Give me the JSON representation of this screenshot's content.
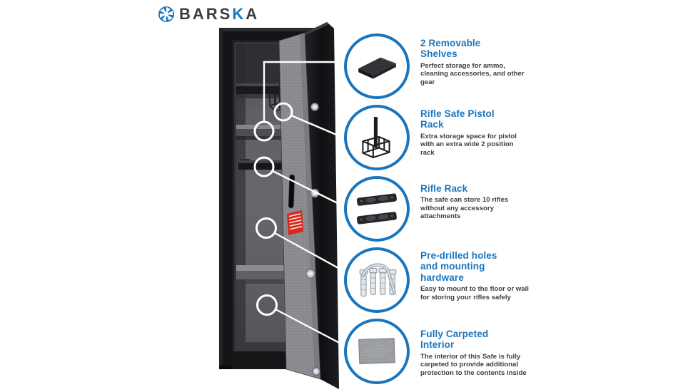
{
  "brand": {
    "prefix": "BARS",
    "accent": "K",
    "suffix": "A",
    "full_name": "BARSKA"
  },
  "colors": {
    "accent_blue": "#1b75bc",
    "title_blue": "#1b75bc",
    "text_dark": "#3c3f45",
    "warning_label_red": "#da291c",
    "safe_black": "#141417",
    "carpet_gray": "#8a8b90"
  },
  "features": [
    {
      "icon": "shelf-icon",
      "title": "2 Removable Shelves",
      "description": "Perfect storage for ammo, cleaning accessories, and other gear"
    },
    {
      "icon": "pistol-rack-icon",
      "title": "Rifle Safe Pistol Rack",
      "description": "Extra storage space for pistol with an extra wide 2 position rack"
    },
    {
      "icon": "rifle-rack-icon",
      "title": "Rifle Rack",
      "description": "The safe can store 10 rifles without any accessory attachments"
    },
    {
      "icon": "mounting-hardware-icon",
      "title": "Pre-drilled holes and mounting hardware",
      "description": "Easy to mount to the floor or wall for storing your rifles safely"
    },
    {
      "icon": "carpet-icon",
      "title": "Fully Carpeted Interior",
      "description": "The interior of this Safe is fully carpeted to provide additional protection to the contents inside"
    }
  ]
}
